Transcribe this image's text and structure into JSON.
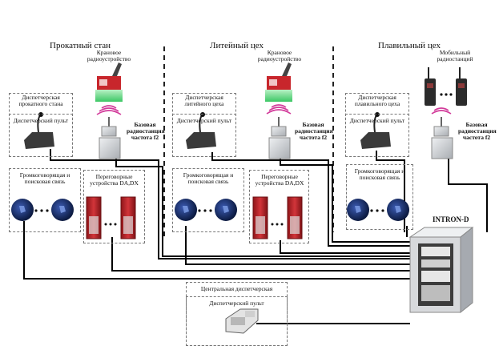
{
  "sections": {
    "rolling": "Прокатный стан",
    "foundry": "Литейный цех",
    "melting": "Плавильный цех"
  },
  "rolling": {
    "dispatcher_title": "Диспетчерская прокатного стана",
    "console": "Диспетчерский пульт",
    "crane_radio": "Крановое радиоустройство",
    "base_station": "Базовая радиостанция частота f2",
    "loudspeakers": "Громкоговорящая и поисковая связь",
    "intercoms": "Переговорные устройства DA,DX"
  },
  "foundry": {
    "dispatcher_title": "Диспетчерская литейного цеха",
    "console": "Диспетчерский пульт",
    "crane_radio": "Крановое радиоустройство",
    "base_station": "Базовая радиостанция частота f2",
    "loudspeakers": "Громкоговорящая и поисковая связь",
    "intercoms": "Переговорные устройства DA,DX"
  },
  "melting": {
    "dispatcher_title": "Диспетчерская плавильного цеха",
    "console": "Диспетчерский пульт",
    "mobile_radio": "Мобильный радиостанций",
    "base_station": "Базовая радиостанция частота f2",
    "loudspeakers": "Громкоговорящая и поисковая связь"
  },
  "central": {
    "title": "Центральная диспетчерская",
    "console": "Диспетчерский пульт"
  },
  "cabinet_label": "INTRON-D",
  "colors": {
    "line": "#000000",
    "intercom_red": "#c0262c",
    "cabinet_gray": "#d7d9dc",
    "speaker_blue": "#1a2f6b",
    "signal_pink": "#d23a9a"
  },
  "icons": [
    "crane-radio-icon",
    "base-station-icon",
    "console-icon",
    "loudspeaker-icon",
    "intercom-icon",
    "walkie-talkie-icon",
    "cabinet-icon",
    "central-console-icon",
    "radio-wave-icon"
  ]
}
